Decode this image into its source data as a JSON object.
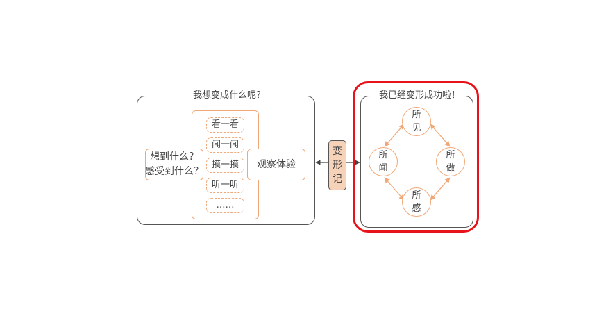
{
  "left_panel": {
    "title": "我想变成什么呢？",
    "question_line1": "想到什么？",
    "question_line2": "感受到什么？",
    "senses": [
      "看一看",
      "闻一闻",
      "摸一摸",
      "听一听",
      "……"
    ],
    "method": "观察体验"
  },
  "middle_box": {
    "chars": [
      "变",
      "形",
      "记"
    ]
  },
  "right_panel": {
    "title": "我已经变形成功啦！",
    "nodes": {
      "top": [
        "所",
        "见"
      ],
      "left": [
        "所",
        "闻"
      ],
      "right": [
        "所",
        "做"
      ],
      "bottom": [
        "所",
        "感"
      ]
    }
  },
  "colors": {
    "accent_orange": "#f0a878",
    "middle_fill": "#f6d2b8",
    "highlight_red": "#e8121b",
    "border_dark": "#555555"
  }
}
